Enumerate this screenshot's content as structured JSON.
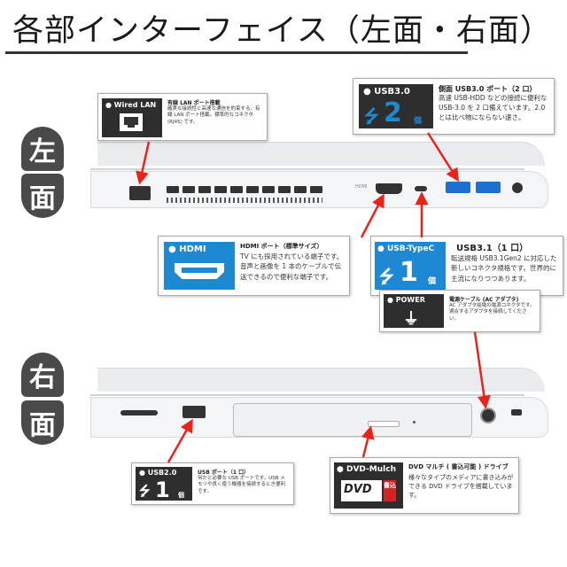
{
  "title": "各部インターフェイス（左面・右面）",
  "sides": {
    "left_char1": "左",
    "left_char2": "面",
    "right_char1": "右",
    "right_char2": "面"
  },
  "wired_lan": {
    "tag": "Wired LAN",
    "title": "有線 LAN ポート搭載",
    "text": "確実な接続性と高速な通信を約束する、有線 LAN ポート搭載。標準的なコネクタ (RJ45) です。"
  },
  "usb30": {
    "tag": "USB3.0",
    "count": "2",
    "unit": "個",
    "title": "側面 USB3.0 ポート（2 口）",
    "text": "高速 USB-HDD などの接続に便利な USB-3.0 を 2 口備えています。2.0 とは比べ物にならない速さ。"
  },
  "hdmi": {
    "tag": "HDMI",
    "title": "HDMI ポート（標準サイズ）",
    "text": "TV にも採用されている端子です。音声と画像を 1 本のケーブルで伝送できるので便利な端子です。"
  },
  "usbc": {
    "tag": "USB-TypeC",
    "count": "1",
    "unit": "個",
    "title": "USB3.1（1 口）",
    "text": "転送規格 USB3.1Gen2 に対応した新しいコネクタ規格です。世界的に主流になりつつあります。"
  },
  "power": {
    "tag": "POWER",
    "title": "電源ケーブル (AC アダプタ)",
    "text": "AC アダプタ給電の電源コネクタです。適合するアダプタを接続してください。"
  },
  "usb20": {
    "tag": "USB2.0",
    "count": "1",
    "unit": "個",
    "title": "USB ポート（1 口）",
    "text": "何かと必要な USB ポートです。USB メモリや良く使う機器を接続するとき便利です。"
  },
  "dvd": {
    "tag": "DVD-Mulch",
    "logo": "DVD",
    "logo_sub": "書込",
    "title": "DVD マルチ ( 書込可能 ) ドライブ",
    "text": "様々なタイプのメディアに書き込みができる DVD ドライブを搭載しています。"
  },
  "hdmi_port_label": "HDMI",
  "colors": {
    "accent_blue": "#1e88d3",
    "arrow_red": "#e8231c",
    "dark_tag": "#2e2e2e",
    "badge": "#4a4a4a"
  },
  "icons": [
    "lan-port-icon",
    "usb-icon",
    "hdmi-icon",
    "plug-icon",
    "dvd-logo-icon"
  ]
}
